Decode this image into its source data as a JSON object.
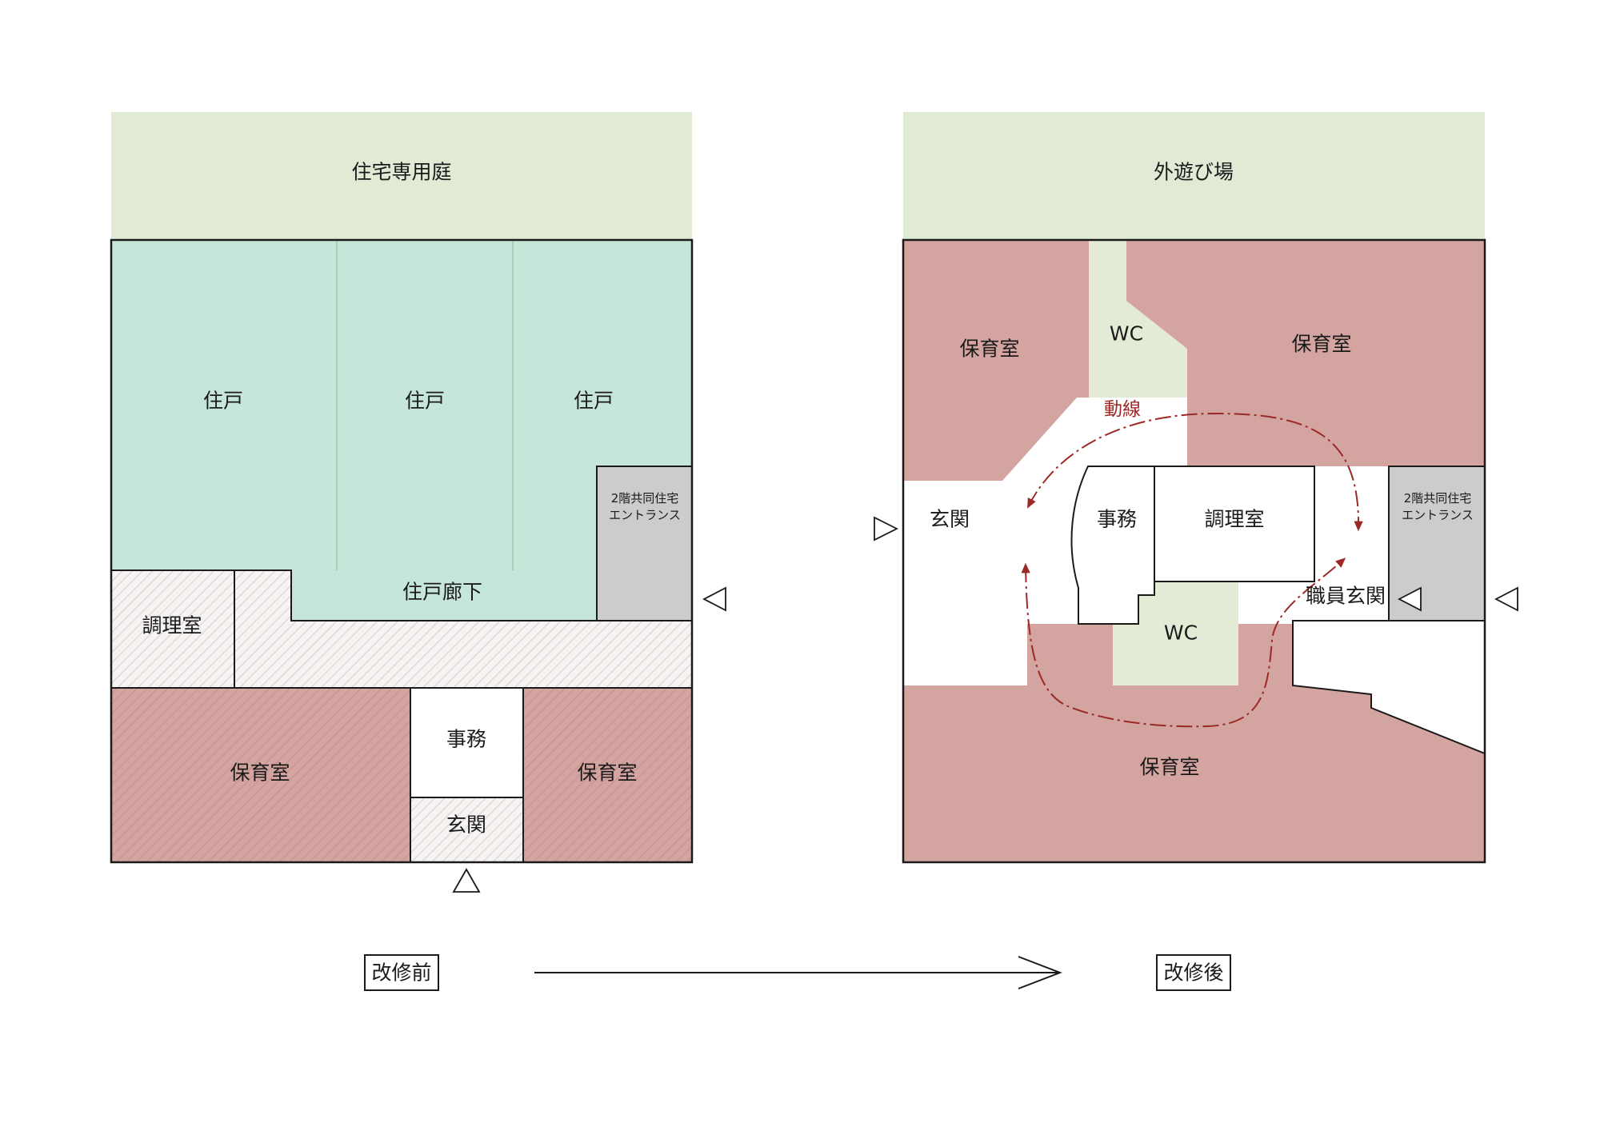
{
  "colors": {
    "garden": "#e0ead5",
    "dwelling": "#c6e6d9",
    "nursery": "#d4a4a0",
    "shared_entrance": "#cccccc",
    "wc": "#e3ead5",
    "hatch_bg": "#f6f3f3",
    "flow": "#9b2a26",
    "line": "#1a1a1a"
  },
  "before": {
    "garden": "住宅専用庭",
    "unit_1": "住戸",
    "unit_2": "住戸",
    "unit_3": "住戸",
    "shared_entrance_line1": "2階共同住宅",
    "shared_entrance_line2": "エントランス",
    "corridor": "住戸廊下",
    "kitchen": "調理室",
    "nursery_left": "保育室",
    "office": "事務",
    "entrance": "玄関",
    "nursery_right": "保育室",
    "caption": "改修前"
  },
  "after": {
    "garden": "外遊び場",
    "nursery_top_left": "保育室",
    "wc_top": "WC",
    "nursery_top_right": "保育室",
    "flow_label": "動線",
    "entrance": "玄関",
    "office": "事務",
    "kitchen": "調理室",
    "shared_entrance_line1": "2階共同住宅",
    "shared_entrance_line2": "エントランス",
    "staff_entrance": "職員玄関",
    "wc_bottom": "WC",
    "nursery_bottom": "保育室",
    "caption": "改修後"
  },
  "icons": {
    "entry_marker": "triangle-icon",
    "transition_arrow": "arrow-right-icon"
  }
}
